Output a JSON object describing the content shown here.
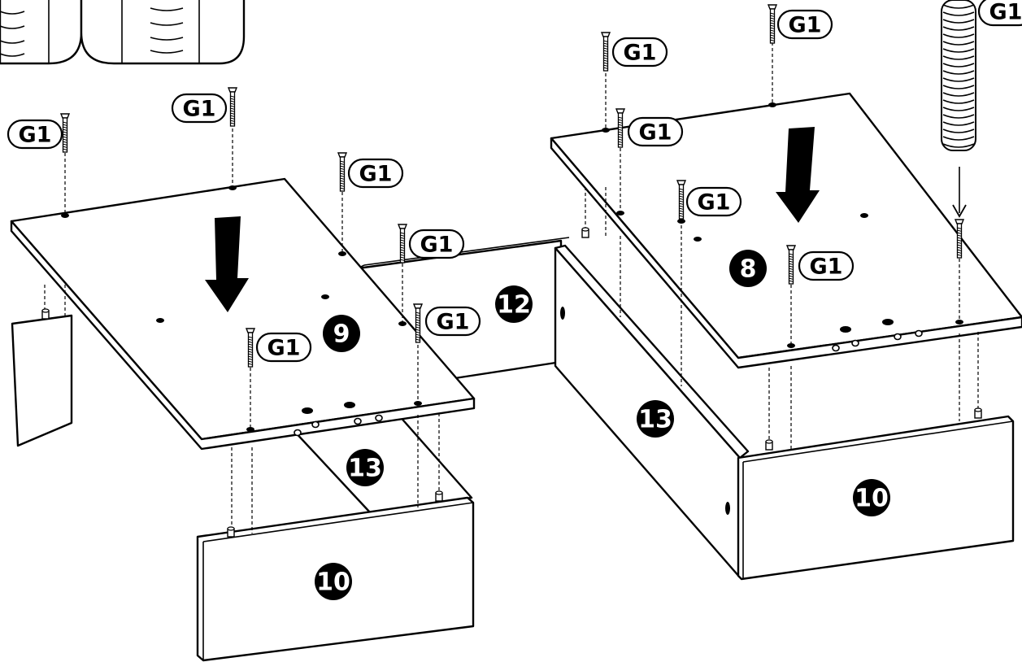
{
  "screw_label": "G1",
  "parts": {
    "panel_8": "8",
    "panel_9": "9",
    "panel_10": "10",
    "panel_12": "12",
    "panel_13": "13"
  },
  "colors": {
    "ink": "#000000",
    "paper": "#ffffff"
  },
  "icons": [
    "screw-icon",
    "dowel-icon",
    "hinge-icon",
    "down-arrow-icon"
  ]
}
